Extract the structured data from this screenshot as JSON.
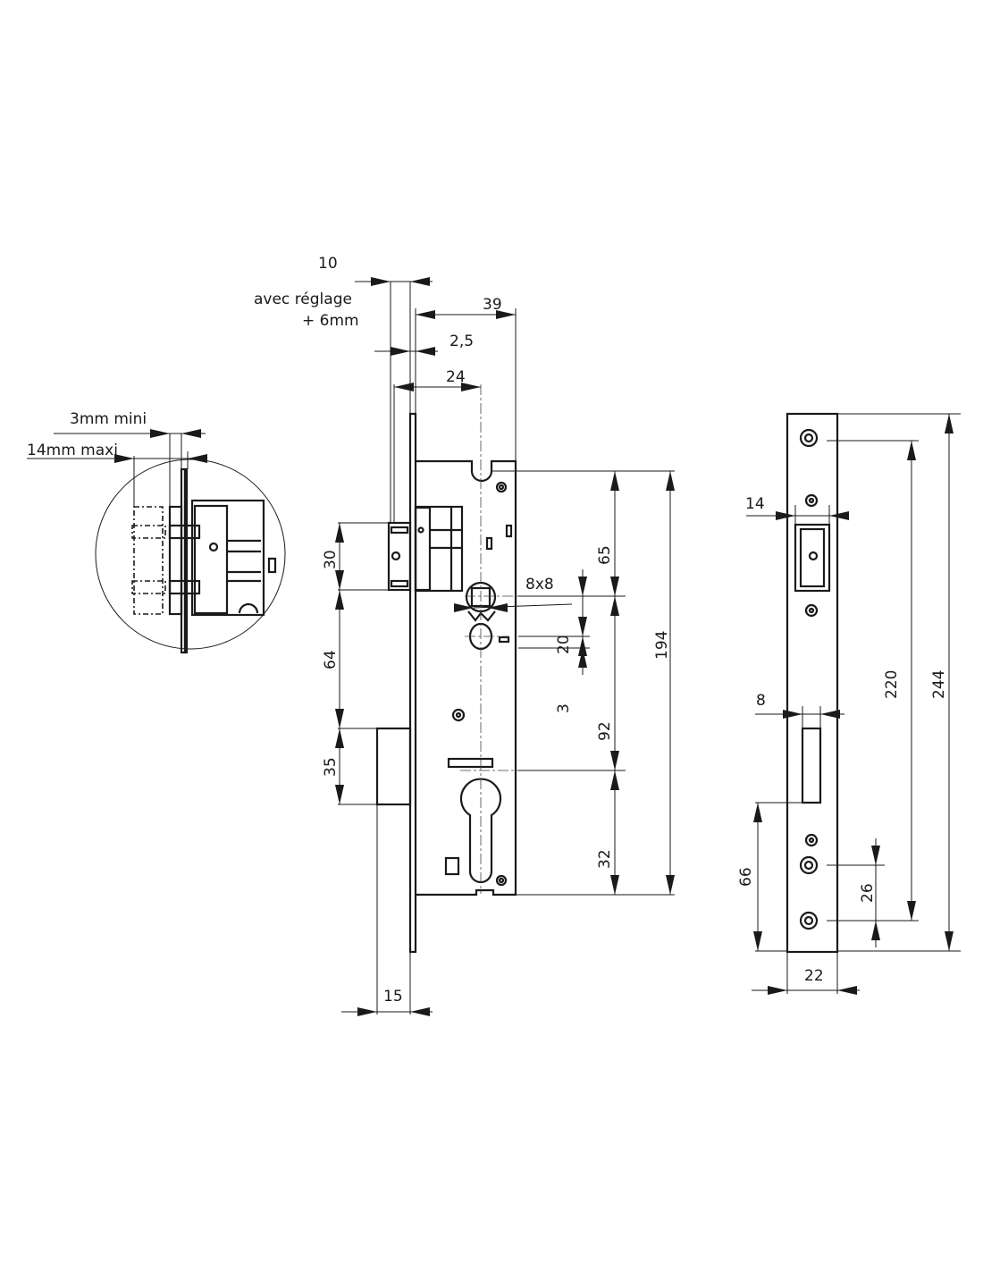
{
  "drawing": {
    "title": "Mortise lock technical drawing",
    "detail_view": {
      "labels": {
        "min_gap": "3mm mini",
        "max_gap": "14mm maxi"
      }
    },
    "lock_body": {
      "labels": {
        "backset_adjust": "10",
        "adjust_note_1": "avec réglage",
        "adjust_note_2": "+ 6mm",
        "case_depth": "39",
        "faceplate_thickness": "2,5",
        "backset": "24",
        "latch_height": "30",
        "latch_to_bolt": "64",
        "bolt_height": "35",
        "bolt_throw": "15",
        "spindle": "8x8",
        "top_to_spindle": "65",
        "spindle_to_hole": "20",
        "hole_offset": "3",
        "spindle_to_cylinder": "92",
        "cylinder_to_bottom": "32",
        "case_height": "194"
      }
    },
    "strike_plate": {
      "labels": {
        "latch_width": "14",
        "bolt_width": "8",
        "bolt_to_bottom": "66",
        "plate_width": "22",
        "screw_spacing": "26",
        "screw_span": "220",
        "plate_height": "244"
      }
    }
  }
}
